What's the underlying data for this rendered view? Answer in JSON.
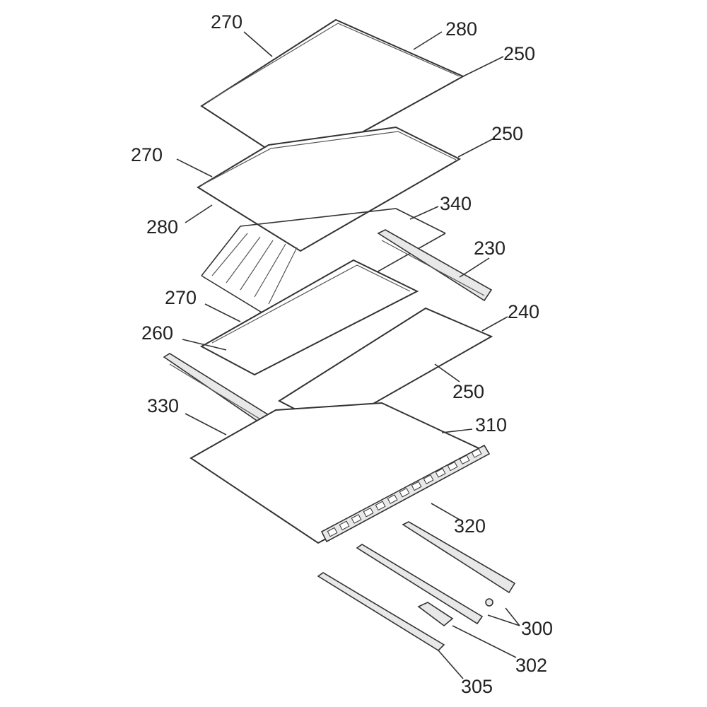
{
  "labels": {
    "l270a": "270",
    "l280a": "280",
    "l250a": "250",
    "l250b": "250",
    "l270b": "270",
    "l340": "340",
    "l280b": "280",
    "l230": "230",
    "l270c": "270",
    "l240": "240",
    "l260": "260",
    "l250c": "250",
    "l330": "330",
    "l310": "310",
    "l320": "320",
    "l300": "300",
    "l302": "302",
    "l305": "305"
  }
}
